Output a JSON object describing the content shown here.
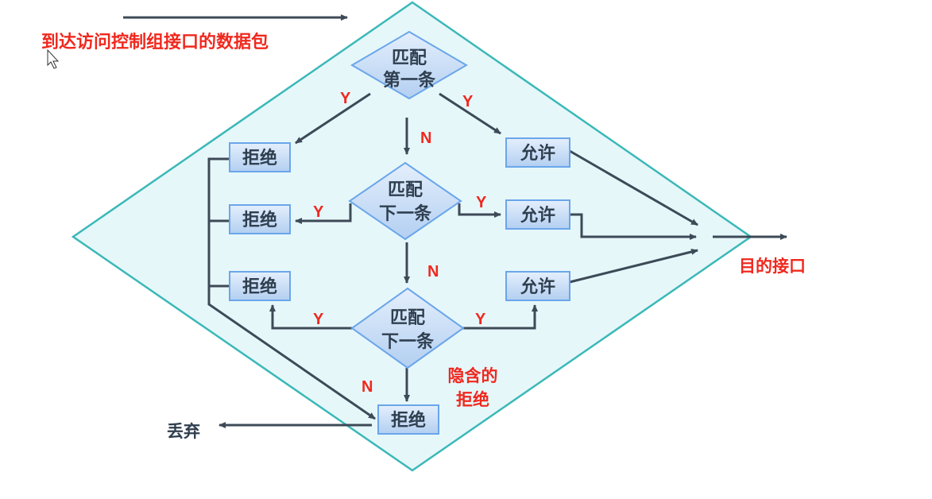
{
  "title": "到达访问控制组接口的数据包",
  "destination": "目的接口",
  "discard": "丢弃",
  "implicit_deny": [
    "隐含的",
    "拒绝"
  ],
  "decisions": [
    {
      "line1": "匹配",
      "line2": "第一条"
    },
    {
      "line1": "匹配",
      "line2": "下一条"
    },
    {
      "line1": "匹配",
      "line2": "下一条"
    }
  ],
  "deny_label": "拒绝",
  "permit_label": "允许",
  "yes": "Y",
  "no": "N",
  "colors": {
    "accent": "#f0281e",
    "region_fill": "#e6f7fa",
    "region_stroke": "#3bb8b8",
    "box_fill": "#c6dcf5",
    "box_stroke": "#6aa6ea"
  }
}
